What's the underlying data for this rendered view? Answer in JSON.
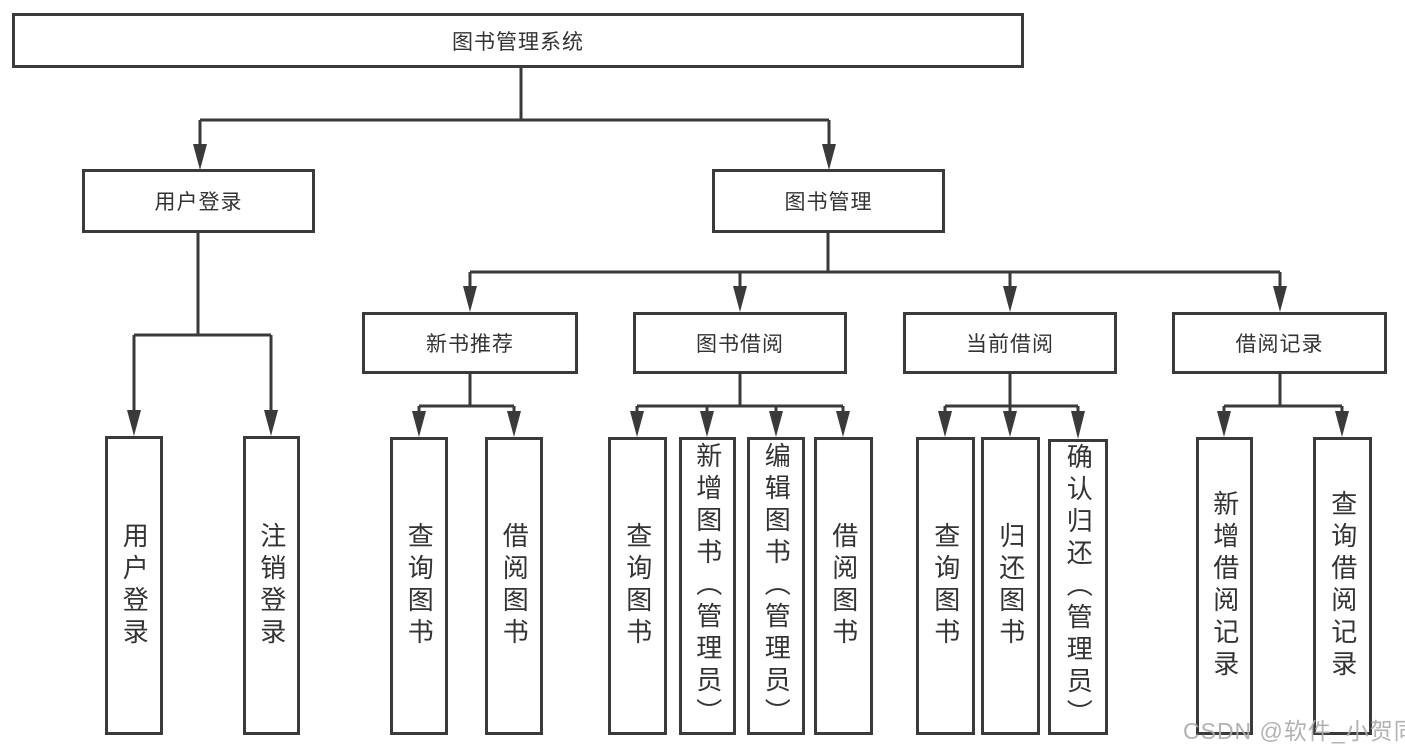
{
  "diagram": {
    "title": "图书管理系统",
    "branches": [
      {
        "label": "用户登录",
        "leaves": [
          "用户登录",
          "注销登录"
        ]
      },
      {
        "label": "图书管理",
        "groups": [
          {
            "label": "新书推荐",
            "leaves": [
              "查询图书",
              "借阅图书"
            ]
          },
          {
            "label": "图书借阅",
            "leaves": [
              "查询图书",
              "新增图书（管理员）",
              "编辑图书（管理员）",
              "借阅图书"
            ]
          },
          {
            "label": "当前借阅",
            "leaves": [
              "查询图书",
              "归还图书",
              "确认归还（管理员）"
            ]
          },
          {
            "label": "借阅记录",
            "leaves": [
              "新增借阅记录",
              "查询借阅记录"
            ]
          }
        ]
      }
    ]
  },
  "watermark": {
    "text": "CSDN @软件_小贺同学"
  },
  "colors": {
    "line": "#3a3a3a",
    "text": "#333333",
    "box_background": "#ffffff",
    "watermark": "#ababab"
  }
}
